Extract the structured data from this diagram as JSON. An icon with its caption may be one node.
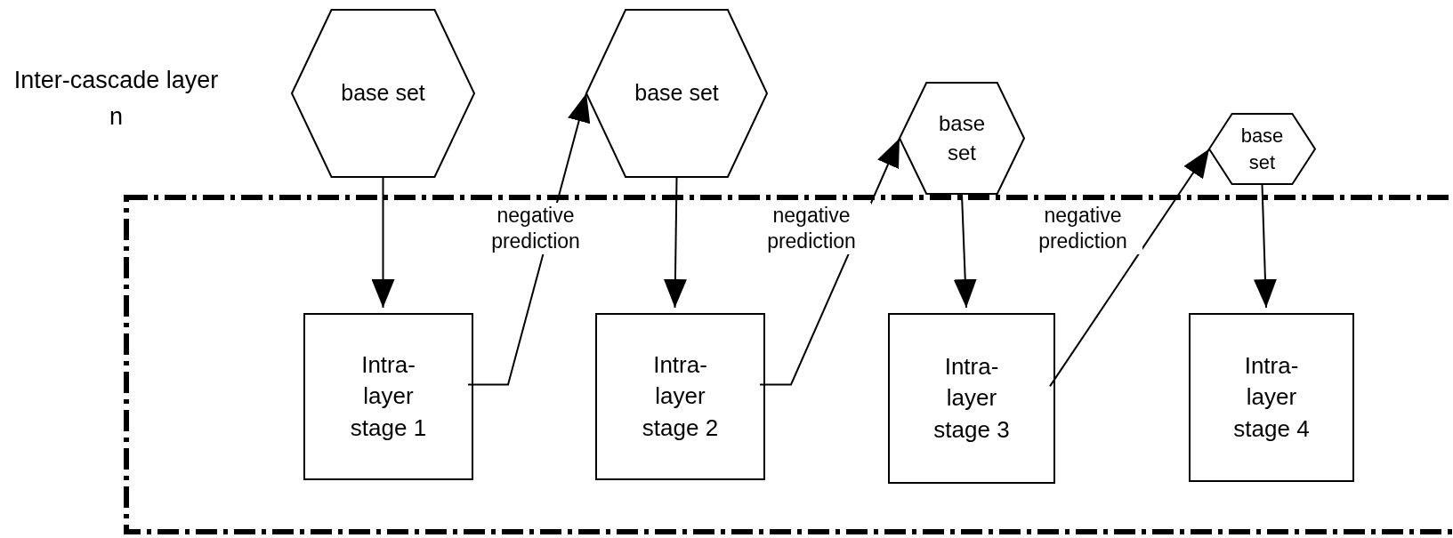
{
  "diagram": {
    "nodes": [
      {
        "text": [],
        "shape": "box"
      },
      {
        "text": [
          "base set"
        ]
      },
      {
        "text": [
          "base set"
        ]
      },
      {
        "text": [
          "base set"
        ]
      },
      {
        "text": [
          "base set"
        ]
      },
      {
        "text": [
          "Intra-layer stage 1"
        ],
        "in": 0
      },
      {
        "text": [
          "Intra-layer stage 2"
        ],
        "in": 0
      },
      {
        "text": [
          "Intra-layer stage 3"
        ],
        "in": 0
      },
      {
        "text": [
          "Intra-layer stage 4"
        ],
        "in": 0
      }
    ],
    "edges": [
      {
        "from": 1,
        "to": 5,
        "arrow": "to"
      },
      {
        "from": 5,
        "to": 2,
        "arrow": "to",
        "label": "negative prediction"
      },
      {
        "from": 2,
        "to": 6,
        "arrow": "to"
      },
      {
        "from": 6,
        "to": 3,
        "arrow": "to",
        "label": "negative prediction"
      },
      {
        "from": 3,
        "to": 7,
        "arrow": "to"
      },
      {
        "from": 7,
        "to": 4,
        "arrow": "to",
        "label": "negative prediction"
      },
      {
        "from": 4,
        "to": 8,
        "arrow": "to"
      }
    ],
    "labels": [
      "Inter-cascade layer n"
    ]
  }
}
